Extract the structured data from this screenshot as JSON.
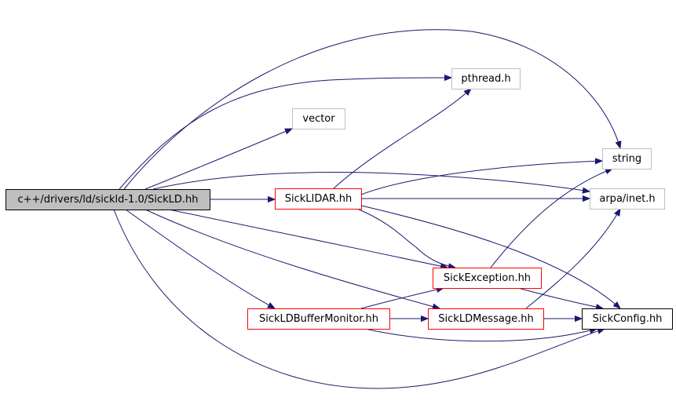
{
  "colors": {
    "edge": "#191970",
    "root_fill": "#bfbfbf",
    "root_border": "#000000",
    "documented_border": "#ff0000",
    "external_border": "#bfbfbf",
    "plain_border": "#000000"
  },
  "nodes": [
    {
      "id": "sickld",
      "label": "c++/drivers/ld/sickld-1.0/SickLD.hh",
      "kind": "root"
    },
    {
      "id": "pthread",
      "label": "pthread.h",
      "kind": "external"
    },
    {
      "id": "vector",
      "label": "vector",
      "kind": "external"
    },
    {
      "id": "string",
      "label": "string",
      "kind": "external"
    },
    {
      "id": "inet",
      "label": "arpa/inet.h",
      "kind": "external"
    },
    {
      "id": "sicklidar",
      "label": "SickLIDAR.hh",
      "kind": "documented"
    },
    {
      "id": "sickexception",
      "label": "SickException.hh",
      "kind": "documented"
    },
    {
      "id": "sickldbuffermonitor",
      "label": "SickLDBufferMonitor.hh",
      "kind": "documented"
    },
    {
      "id": "sickldmessage",
      "label": "SickLDMessage.hh",
      "kind": "documented"
    },
    {
      "id": "sickconfig",
      "label": "SickConfig.hh",
      "kind": "plain"
    }
  ],
  "edges": [
    {
      "from": "sickld",
      "to": "string"
    },
    {
      "from": "sickld",
      "to": "pthread"
    },
    {
      "from": "sickld",
      "to": "vector"
    },
    {
      "from": "sickld",
      "to": "inet"
    },
    {
      "from": "sickld",
      "to": "sicklidar"
    },
    {
      "from": "sickld",
      "to": "sickexception"
    },
    {
      "from": "sickld",
      "to": "sickldbuffermonitor"
    },
    {
      "from": "sickld",
      "to": "sickldmessage"
    },
    {
      "from": "sickld",
      "to": "sickconfig"
    },
    {
      "from": "sicklidar",
      "to": "pthread"
    },
    {
      "from": "sicklidar",
      "to": "string"
    },
    {
      "from": "sicklidar",
      "to": "inet"
    },
    {
      "from": "sicklidar",
      "to": "sickexception"
    },
    {
      "from": "sicklidar",
      "to": "sickconfig"
    },
    {
      "from": "sickexception",
      "to": "string"
    },
    {
      "from": "sickexception",
      "to": "sickconfig"
    },
    {
      "from": "sickldbuffermonitor",
      "to": "sickexception"
    },
    {
      "from": "sickldbuffermonitor",
      "to": "sickldmessage"
    },
    {
      "from": "sickldbuffermonitor",
      "to": "sickconfig"
    },
    {
      "from": "sickldmessage",
      "to": "inet"
    },
    {
      "from": "sickldmessage",
      "to": "sickconfig"
    }
  ]
}
